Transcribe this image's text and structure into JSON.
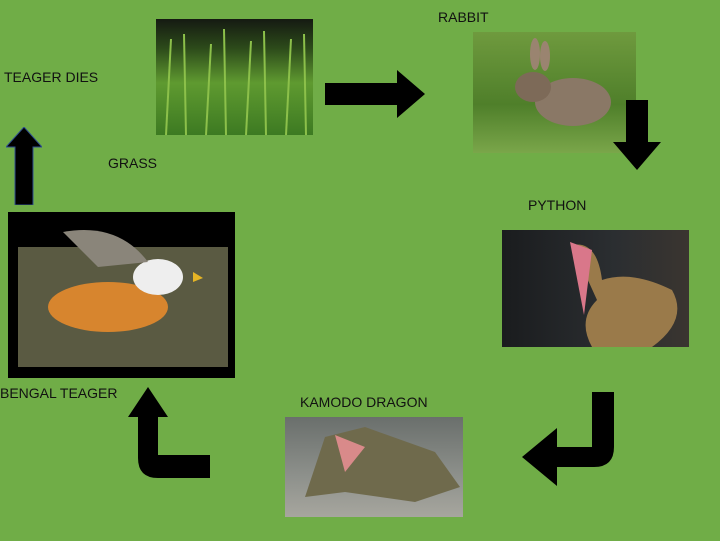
{
  "labels": {
    "teager_dies": "TEAGER DIES",
    "grass": "GRASS",
    "rabbit": "RABBIT",
    "python": "PYTHON",
    "komodo": "KAMODO DRAGON",
    "bengal": "BENGAL TEAGER"
  },
  "colors": {
    "background": "#70ad47",
    "arrow": "#000000"
  }
}
